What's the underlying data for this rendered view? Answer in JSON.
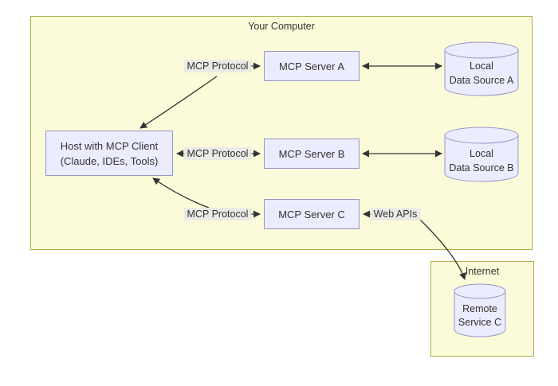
{
  "colors": {
    "cluster_fill": "#fbfbda",
    "cluster_border": "#adad48",
    "node_fill": "#ececff",
    "node_border": "#9595c8",
    "edge_label_bg": "#e8e8e8",
    "text": "#333333",
    "arrow": "#333333"
  },
  "clusters": {
    "your_computer": {
      "title": "Your Computer"
    },
    "internet": {
      "title": "Internet"
    }
  },
  "nodes": {
    "host": {
      "line1": "Host with MCP Client",
      "line2": "(Claude, IDEs, Tools)"
    },
    "server_a": {
      "label": "MCP Server A"
    },
    "server_b": {
      "label": "MCP Server B"
    },
    "server_c": {
      "label": "MCP Server C"
    },
    "data_a": {
      "line1": "Local",
      "line2": "Data Source A"
    },
    "data_b": {
      "line1": "Local",
      "line2": "Data Source B"
    },
    "remote_c": {
      "line1": "Remote",
      "line2": "Service C"
    }
  },
  "edge_labels": {
    "protocol_a": "MCP Protocol",
    "protocol_b": "MCP Protocol",
    "protocol_c": "MCP Protocol",
    "web_apis": "Web APIs"
  }
}
